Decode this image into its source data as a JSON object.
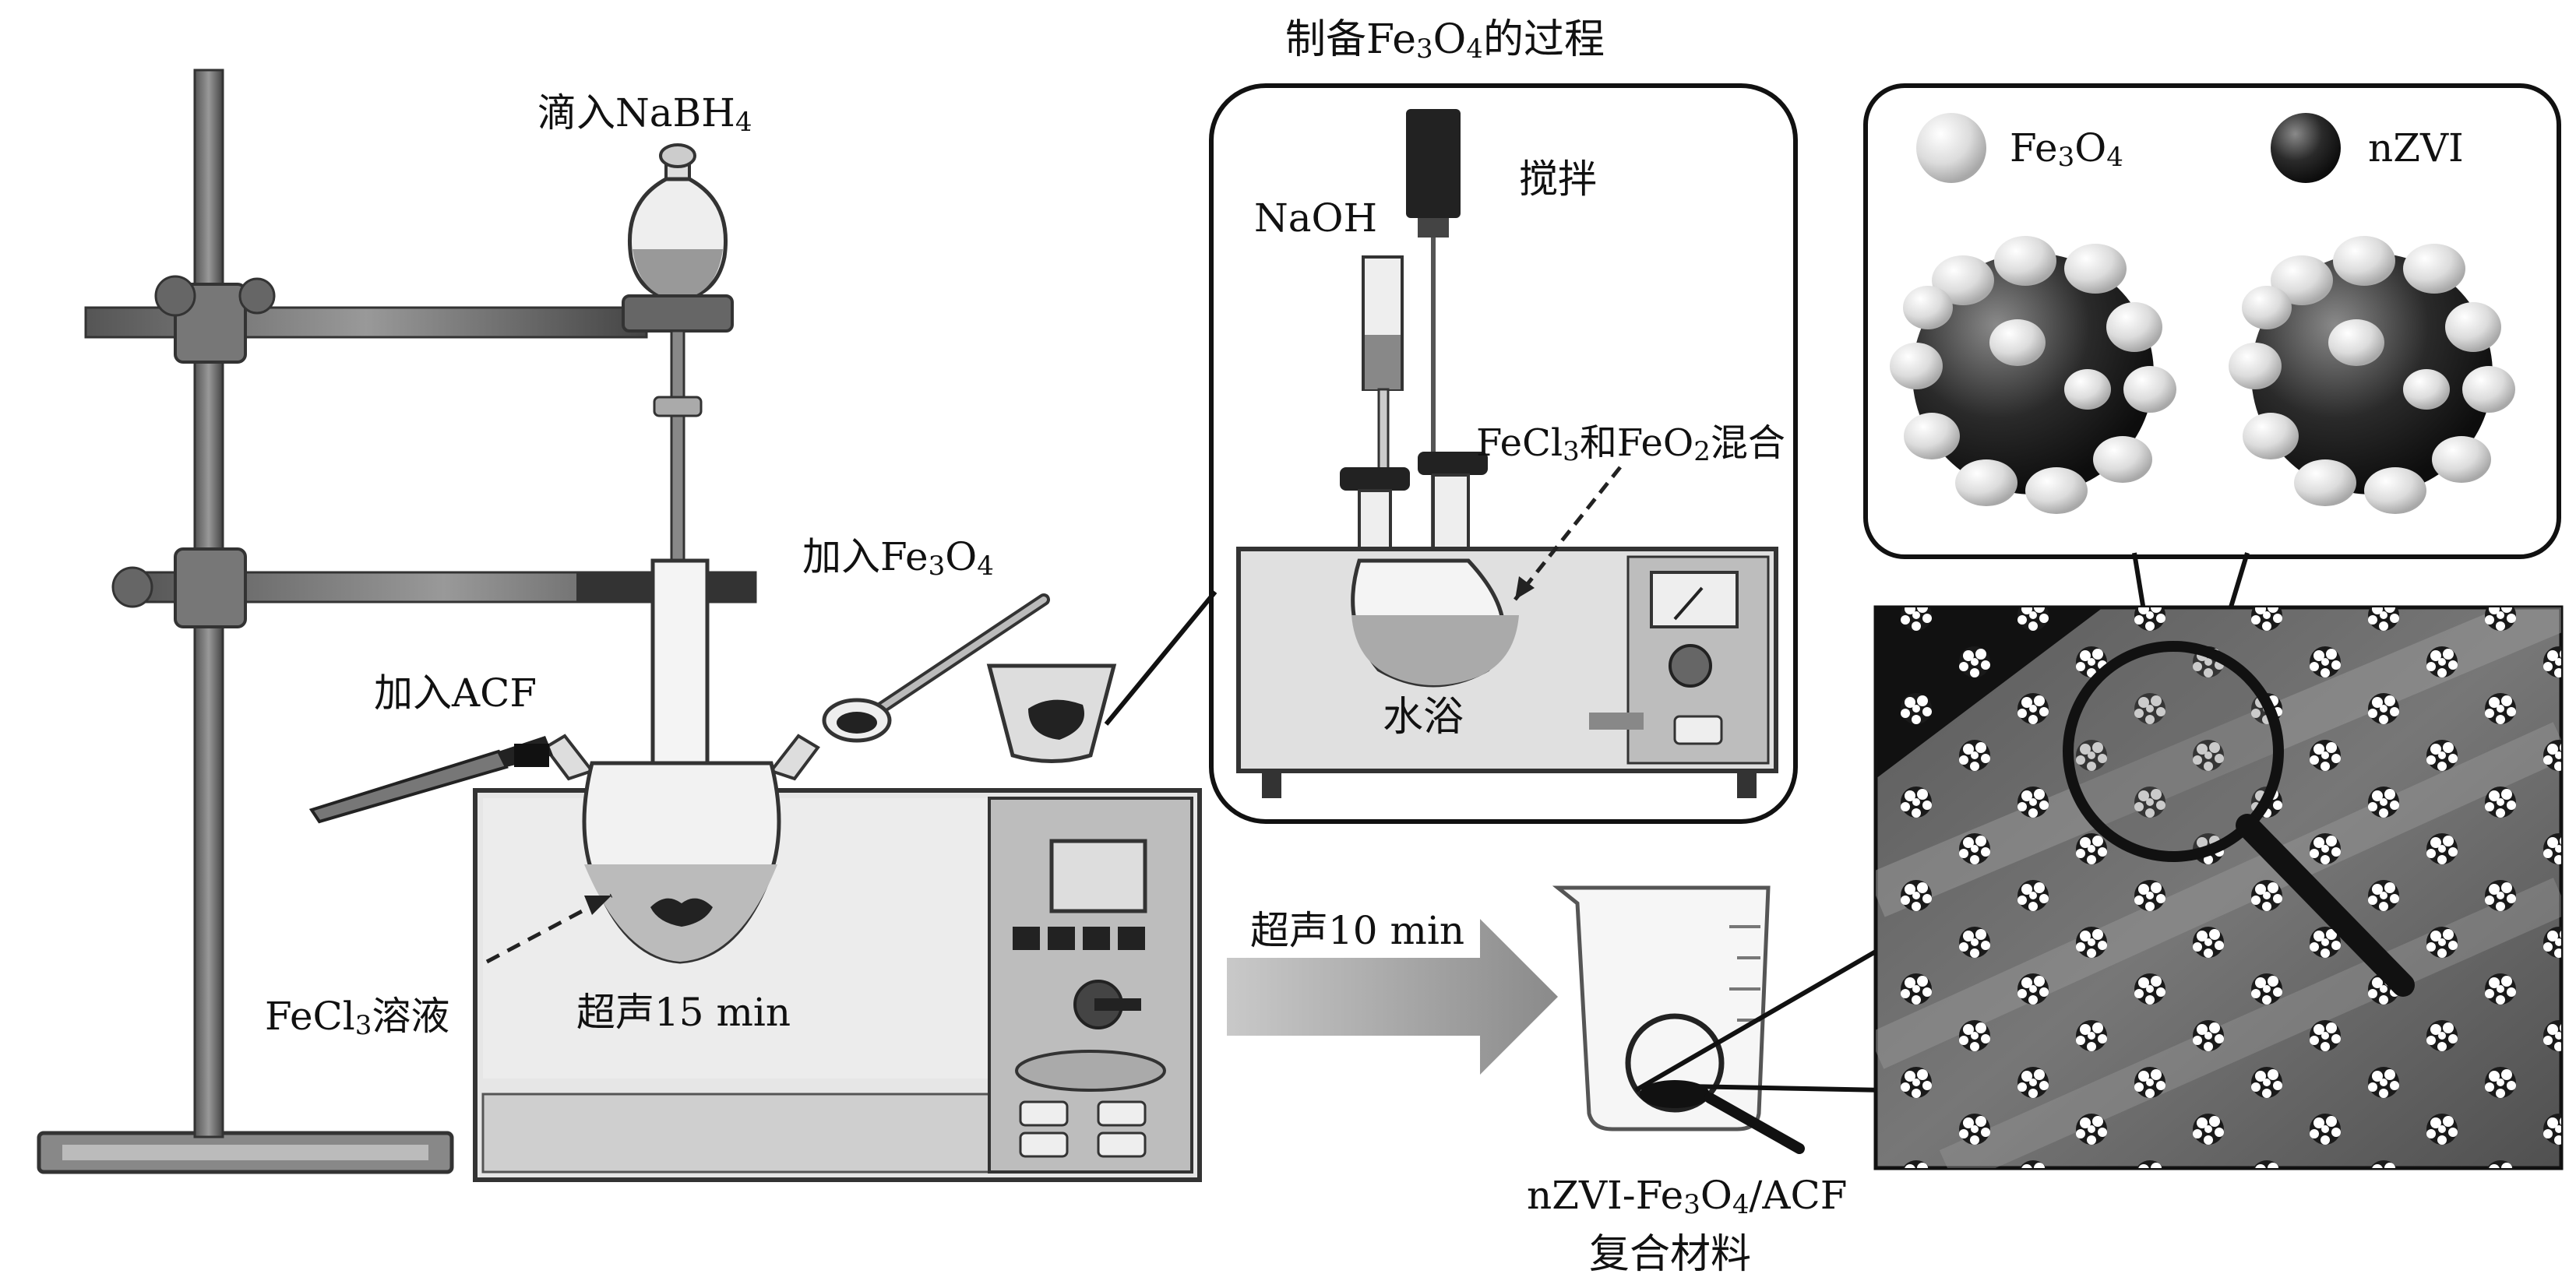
{
  "labels": {
    "title_fe3o4_process": "制备Fe3O4的过程",
    "drip_nabh4": "滴入NaBH4",
    "add_fe3o4": "加入Fe3O4",
    "add_acf": "加入ACF",
    "fecl3_solution": "FeCl3溶液",
    "ultrasound_15": "超声15 min",
    "ultrasound_10": "超声10 min",
    "naoh": "NaOH",
    "stir": "搅拌",
    "fecl3_feo2_mix": "FeCl3和FeO2混合",
    "water_bath": "水浴",
    "legend_fe3o4": "Fe3O4",
    "legend_nzvi": "nZVI",
    "product_name": "nZVI-Fe3O4/ACF",
    "product_desc": "复合材料"
  },
  "colors": {
    "dark": "#2e2e2e",
    "mid_gray": "#8c8c8c",
    "light_gray": "#d0d0d0",
    "panel": "#e4e4e4",
    "arrow": "#9a9a9a"
  }
}
